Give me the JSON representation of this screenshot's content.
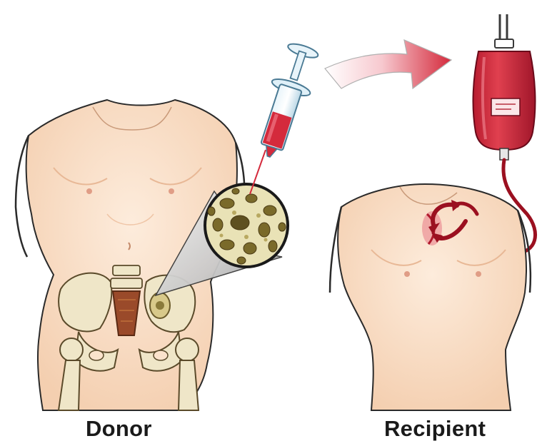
{
  "labels": {
    "donor": "Donor",
    "recipient": "Recipient"
  },
  "figures": [
    {
      "role": "donor",
      "depicts": [
        "torso",
        "pelvis-bone",
        "bone-marrow-magnified"
      ]
    },
    {
      "role": "recipient",
      "depicts": [
        "torso",
        "infusion-entry-site"
      ]
    }
  ],
  "equipment": [
    "syringe",
    "transfer-arrow",
    "iv-bag",
    "iv-tube"
  ],
  "colors": {
    "skin": "#fbe3cc",
    "skin_shade": "#f3c9a8",
    "outline": "#2a2a2a",
    "blood": "#d42a3c",
    "blood_dark": "#9b1020",
    "bone": "#efe6c8",
    "bone_shade": "#c9b98a",
    "marrow": "#7a6a2a",
    "marrow_bg": "#e9e2b6",
    "label": "#1a1a1a"
  }
}
